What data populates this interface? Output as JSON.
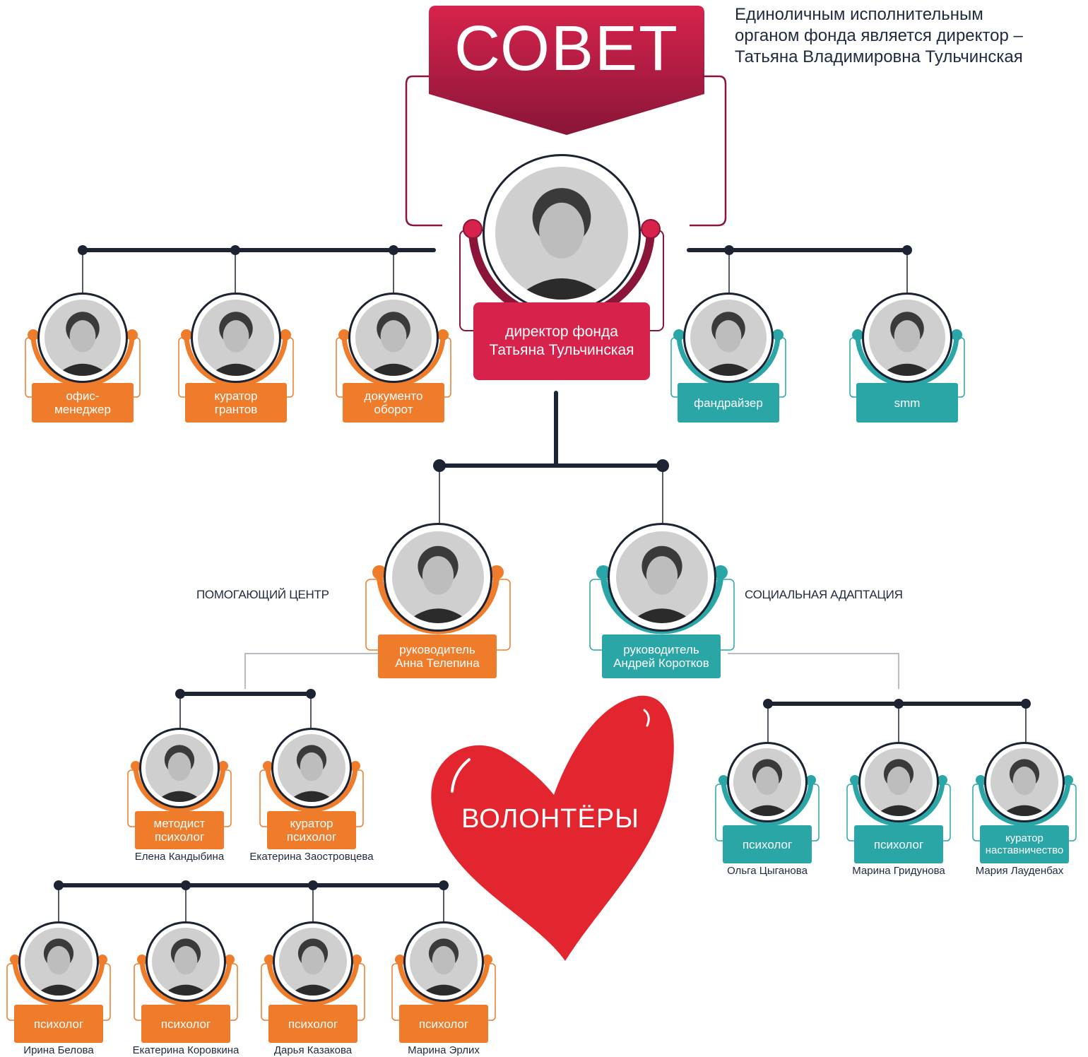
{
  "header": {
    "council": "СОВЕТ",
    "intro": "Единоличным исполнительным\nорганом фонда является директор –\nТатьяна Владимировна Тульчинская"
  },
  "colors": {
    "orange": "#ef7c2b",
    "teal": "#2aa6a7",
    "crimson": "#d7234c",
    "navy": "#1c2332",
    "heart": "#e3252f"
  },
  "director": {
    "role": "директор фонда\nТатьяна Тульчинская"
  },
  "top_staff": [
    {
      "role": "офис-\nменеджер",
      "color": "orange"
    },
    {
      "role": "куратор\nгрантов",
      "color": "orange"
    },
    {
      "role": "документо\nоборот",
      "color": "orange"
    },
    {
      "role": "фандрайзер",
      "color": "teal"
    },
    {
      "role": "smm",
      "color": "teal"
    }
  ],
  "departments": {
    "helping_center": {
      "label": "ПОМОГАЮЩИЙ ЦЕНТР",
      "role": "руководитель\nАнна Телепина"
    },
    "social_adaptation": {
      "label": "СОЦИАЛЬНАЯ АДАПТАЦИЯ",
      "role": "руководитель\nАндрей Коротков"
    }
  },
  "helping_staff": [
    {
      "role": "методист\nпсихолог",
      "name": "Елена Кандыбина"
    },
    {
      "role": "куратор\nпсихолог",
      "name": "Екатерина Заостровцева"
    }
  ],
  "psychologists": [
    {
      "role": "психолог",
      "name": "Ирина Белова"
    },
    {
      "role": "психолог",
      "name": "Екатерина Коровкина"
    },
    {
      "role": "психолог",
      "name": "Дарья Казакова"
    },
    {
      "role": "психолог",
      "name": "Марина Эрлих"
    }
  ],
  "adaptation_staff": [
    {
      "role": "психолог",
      "name": "Ольга Цыганова"
    },
    {
      "role": "психолог",
      "name": "Марина Гридунова"
    },
    {
      "role": "куратор\nнаставничество",
      "name": "Мария Лауденбах"
    }
  ],
  "volunteers": {
    "label": "ВОЛОНТЁРЫ"
  }
}
